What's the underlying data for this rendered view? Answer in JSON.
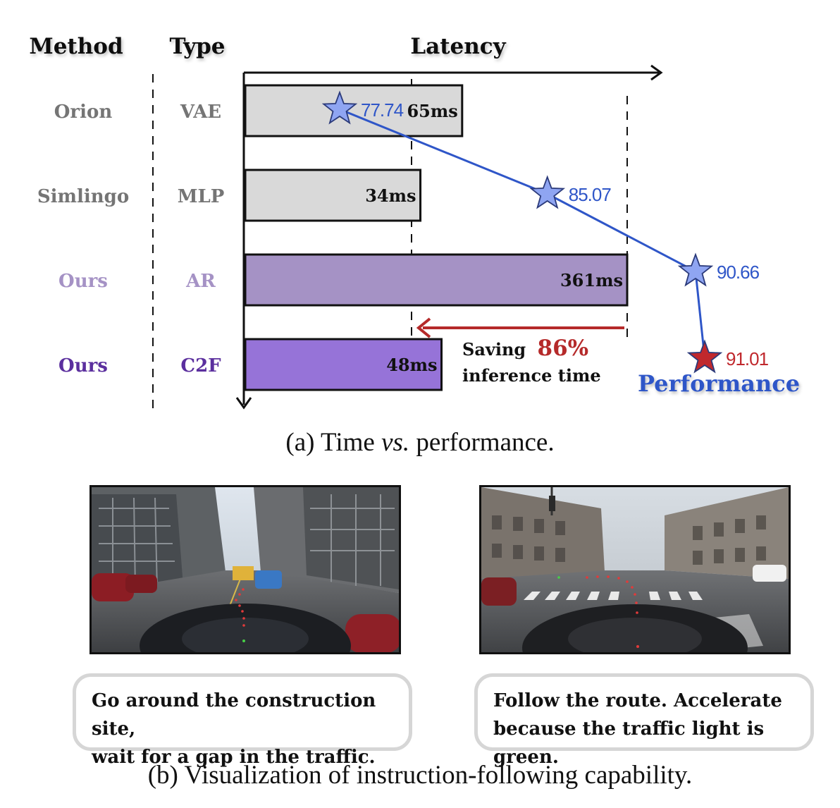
{
  "chart_data": {
    "type": "bar",
    "orientation": "horizontal",
    "column_headers": {
      "method": "Method",
      "type": "Type",
      "axis": "Latency",
      "performance": "Performance"
    },
    "categories": [
      {
        "method": "Orion",
        "type": "VAE",
        "latency": 65,
        "latency_label": "65ms",
        "performance": 77.74,
        "performance_label": "77.74",
        "color": "#d9d9d9",
        "label_color": "#757575"
      },
      {
        "method": "Simlingo",
        "type": "MLP",
        "latency": 34,
        "latency_label": "34ms",
        "performance": 85.07,
        "performance_label": "85.07",
        "color": "#d9d9d9",
        "label_color": "#757575"
      },
      {
        "method": "Ours",
        "type": "AR",
        "latency": 361,
        "latency_label": "361ms",
        "performance": 90.66,
        "performance_label": "90.66",
        "color": "#a592c5",
        "label_color": "#a592c5"
      },
      {
        "method": "Ours",
        "type": "C2F",
        "latency": 48,
        "latency_label": "48ms",
        "performance": 91.01,
        "performance_label": "91.01",
        "color": "#9673d8",
        "label_color": "#5b2f9e"
      }
    ],
    "annotation": {
      "prefix": "Saving",
      "value": "86%",
      "suffix": "inference time"
    },
    "colors": {
      "performance_line": "#2f56c8",
      "star": "#8fa5f2",
      "best_star": "#c0282d",
      "best_label": "#c0282d",
      "arrow": "#b52a2a"
    }
  },
  "caption_a": {
    "prefix": "(a) Time ",
    "italic": "vs.",
    "suffix": " performance."
  },
  "caption_b": "(b) Visualization of instruction-following capability.",
  "examples": [
    {
      "instruction_line1": "Go around the construction site,",
      "instruction_line2": "wait for a gap in the traffic."
    },
    {
      "instruction_line1": "Follow the route. Accelerate",
      "instruction_line2": "because the traffic light is green."
    }
  ]
}
